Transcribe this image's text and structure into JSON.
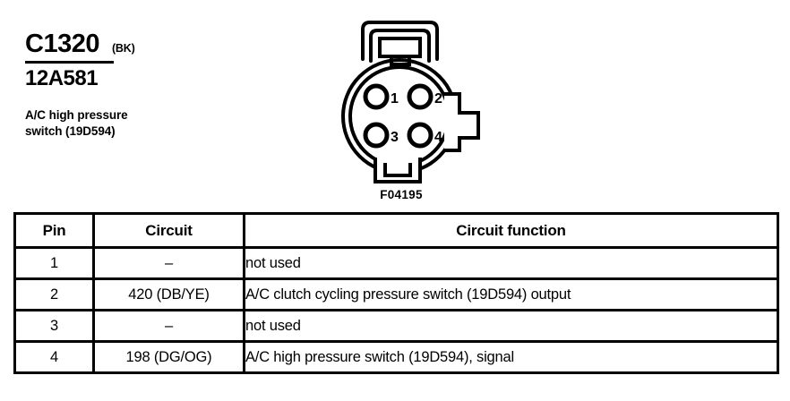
{
  "connector": {
    "id": "C1320",
    "color_code": "(BK)",
    "part_number": "12A581",
    "description": "A/C high pressure switch (19D594)",
    "description_line1": "A/C high pressure",
    "description_line2": "switch (19D594)",
    "figure_ref": "F04195",
    "pin_labels": [
      "1",
      "2",
      "3",
      "4"
    ]
  },
  "table": {
    "headers": [
      "Pin",
      "Circuit",
      "Circuit function"
    ],
    "rows": [
      {
        "pin": "1",
        "circuit": "–",
        "function": "not used"
      },
      {
        "pin": "2",
        "circuit": "420 (DB/YE)",
        "function": "A/C clutch cycling pressure switch (19D594) output"
      },
      {
        "pin": "3",
        "circuit": "–",
        "function": "not used"
      },
      {
        "pin": "4",
        "circuit": "198 (DG/OG)",
        "function": "A/C high pressure switch (19D594), signal"
      }
    ]
  },
  "colors": {
    "ink": "#000000",
    "paper": "#ffffff"
  }
}
